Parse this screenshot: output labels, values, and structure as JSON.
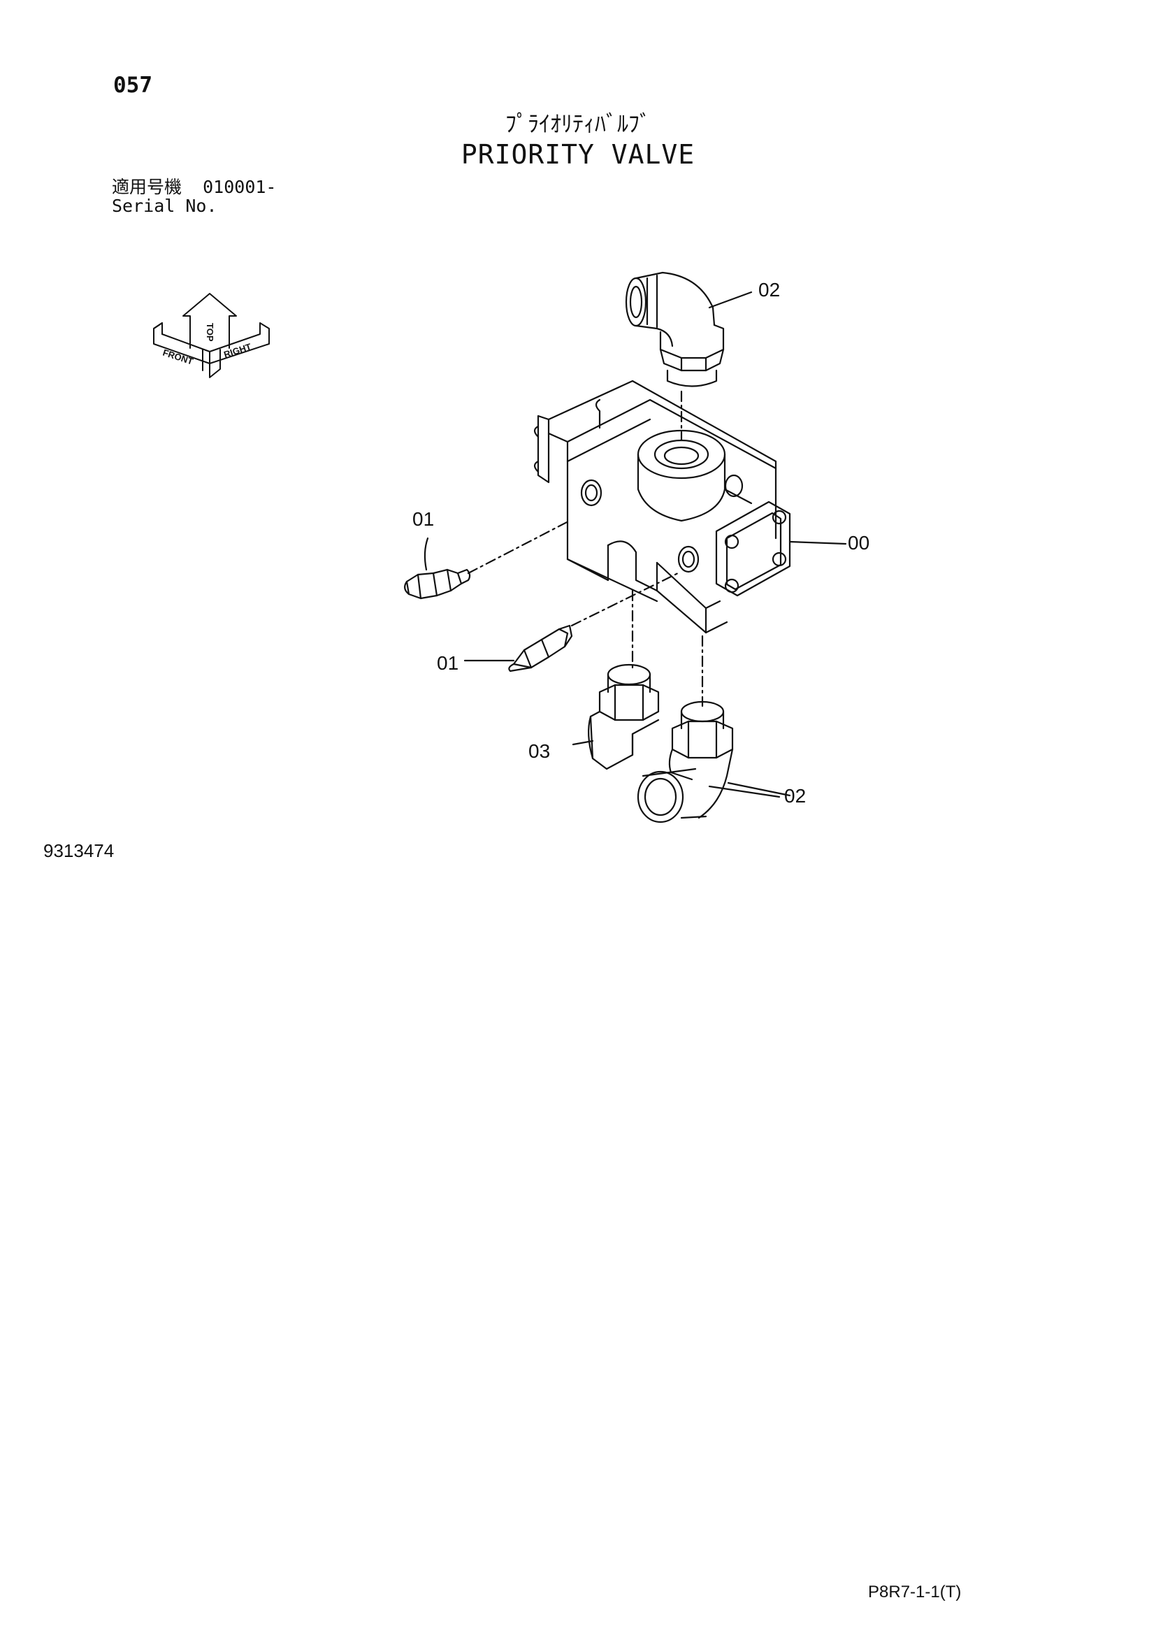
{
  "header": {
    "page_number": "057",
    "title_jp": "ﾌﾟﾗｲｵﾘﾃｨﾊﾞﾙﾌﾞ",
    "title_en": "PRIORITY VALVE",
    "serial_label_jp": "適用号機",
    "serial_range": "010001-",
    "serial_label_en": "Serial No."
  },
  "orientation_icon": {
    "labels": [
      "FRONT",
      "TOP",
      "RIGHT"
    ]
  },
  "callouts": [
    {
      "id": "02-top",
      "label": "02"
    },
    {
      "id": "01-upper",
      "label": "01"
    },
    {
      "id": "00",
      "label": "00"
    },
    {
      "id": "01-lower",
      "label": "01"
    },
    {
      "id": "03",
      "label": "03"
    },
    {
      "id": "02-bottom",
      "label": "02"
    }
  ],
  "footer": {
    "figure_code": "9313474",
    "sheet_code": "P8R7-1-1(T)"
  },
  "colors": {
    "ink": "#111111",
    "paper": "#ffffff"
  }
}
